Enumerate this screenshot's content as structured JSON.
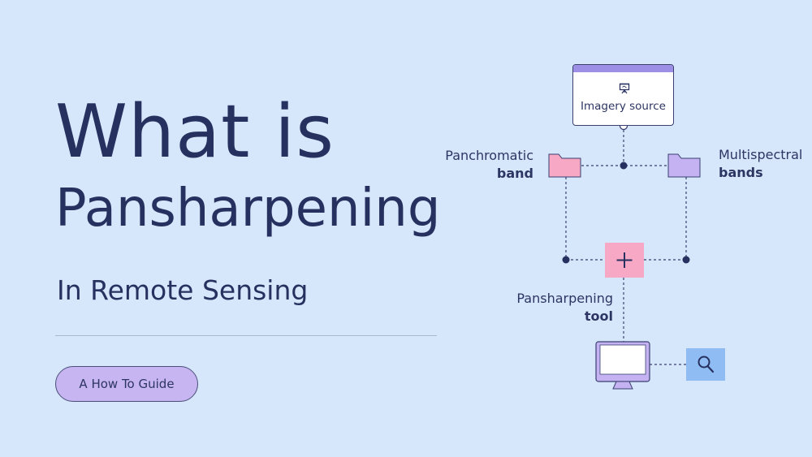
{
  "title": {
    "line1": "What is",
    "line2": "Pansharpening",
    "subtitle": "In Remote Sensing"
  },
  "button": {
    "label": "A How To Guide"
  },
  "diagram": {
    "source": {
      "label": "Imagery source",
      "icon": "presentation-board-icon"
    },
    "panchromatic": {
      "line1": "Panchromatic",
      "line2": "band",
      "color": "#f7a8c4"
    },
    "multispectral": {
      "line1": "Multispectral",
      "line2": "bands",
      "color": "#c4b2f2"
    },
    "tool": {
      "line1": "Pansharpening",
      "line2": "tool",
      "icon": "plus-icon",
      "color": "#f7a8c4"
    },
    "output": {
      "icon": "monitor-icon",
      "search_icon": "magnifier-icon",
      "search_color": "#8fbdf3"
    }
  },
  "colors": {
    "background": "#d6e6fb",
    "text": "#27315f",
    "accent_purple": "#9d8ee6"
  }
}
